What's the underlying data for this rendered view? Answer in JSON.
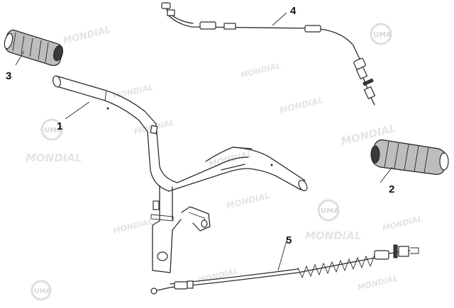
{
  "callouts": {
    "c1": "1",
    "c2": "2",
    "c3": "3",
    "c4": "4",
    "c5": "5"
  },
  "watermarks": {
    "brand": "MONDIAL",
    "logo": "UMA"
  },
  "colors": {
    "line": "#2a2a2a",
    "grip": "#bdbdbd",
    "watermark": "#e4e4e4"
  }
}
